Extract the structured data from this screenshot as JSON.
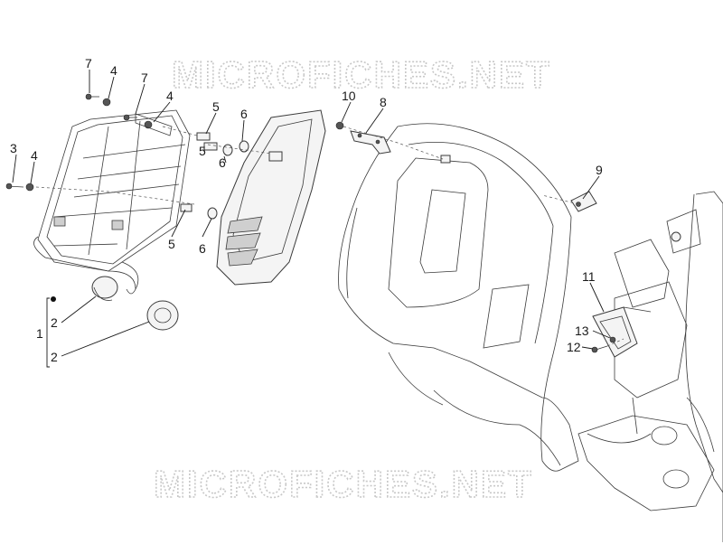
{
  "watermark": {
    "text": "MICROFICHES.NET"
  },
  "callouts": {
    "n1": "1",
    "n2a": "2",
    "n2b": "2",
    "n3": "3",
    "n4a": "4",
    "n4b": "4",
    "n4c": "4",
    "n5a": "5",
    "n5b": "5",
    "n5c": "5",
    "n6a": "6",
    "n6b": "6",
    "n6c": "6",
    "n7a": "7",
    "n7b": "7",
    "n8": "8",
    "n9": "9",
    "n10": "10",
    "n11": "11",
    "n12": "12",
    "n13": "13"
  }
}
